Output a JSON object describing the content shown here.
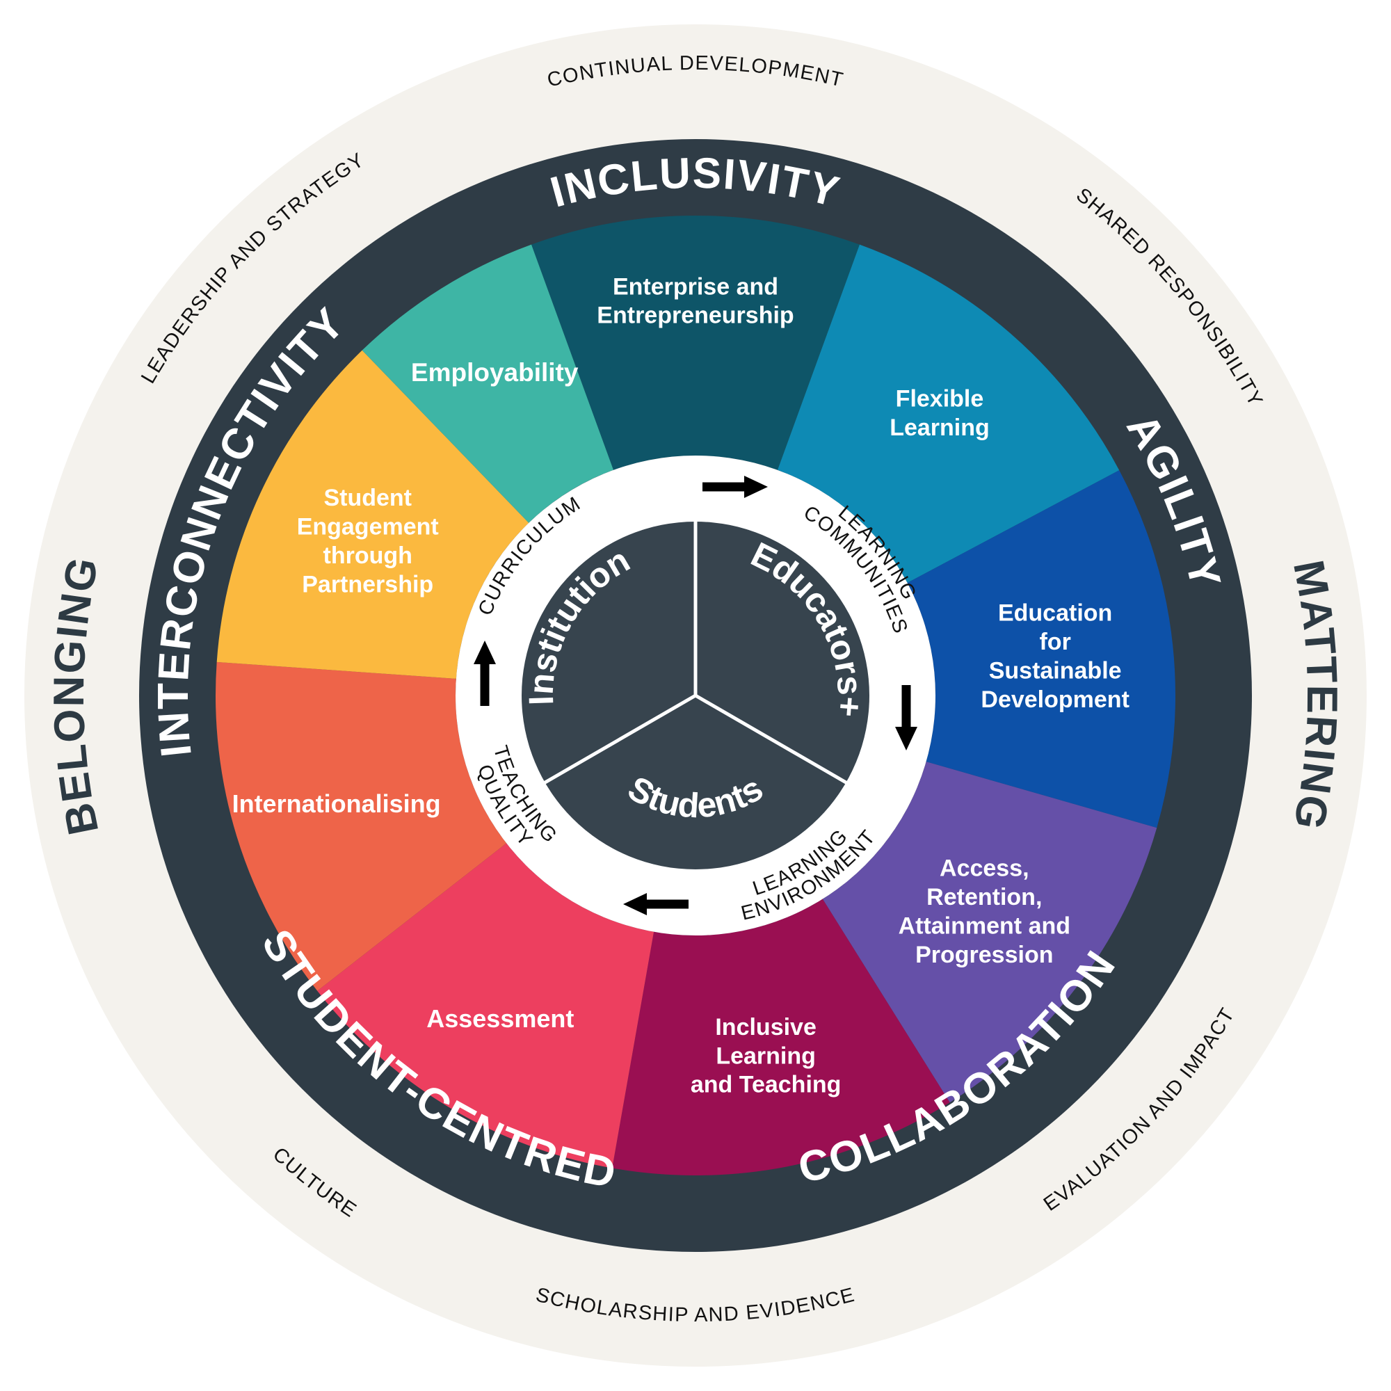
{
  "diagram": {
    "title": "Education Framework Wheel",
    "colors": {
      "outer_halo": "#f4f2ed",
      "value_ring": "#2f3c46",
      "core": "#37444e",
      "white_ring": "#ffffff",
      "text_dark": "#22323a"
    },
    "outer_ring_labels": [
      {
        "text": "CONTINUAL DEVELOPMENT",
        "angle": -90
      },
      {
        "text": "SHARED RESPONSIBILITY",
        "angle": -40
      },
      {
        "text": "MATTERING",
        "angle": 0,
        "style": "large"
      },
      {
        "text": "EVALUATION AND IMPACT",
        "angle": 43
      },
      {
        "text": "SCHOLARSHIP AND EVIDENCE",
        "angle": 90
      },
      {
        "text": "CULTURE",
        "angle": 128
      },
      {
        "text": "BELONGING",
        "angle": 180,
        "style": "large"
      },
      {
        "text": "LEADERSHIP AND STRATEGY",
        "angle": -136
      }
    ],
    "value_ring_labels": [
      {
        "text": "INCLUSIVITY",
        "angle": -90
      },
      {
        "text": "AGILITY",
        "angle": -22
      },
      {
        "text": "COLLABORATION",
        "angle": 55
      },
      {
        "text": "STUDENT-CENTRED",
        "angle": 125
      },
      {
        "text": "INTERCONNECTIVITY",
        "angle": -160
      }
    ],
    "segments": [
      {
        "label": "Enterprise and\nEntrepreneurship",
        "color": "#0e5568",
        "start": -110,
        "end": -70
      },
      {
        "label": "Flexible\nLearning",
        "color": "#0e8ab4",
        "start": -70,
        "end": -28
      },
      {
        "label": "Education\nfor\nSustainable\nDevelopment",
        "color": "#0d51a8",
        "start": -28,
        "end": 16
      },
      {
        "label": "Access,\nRetention,\nAttainment and\nProgression",
        "color": "#6550a8",
        "start": 16,
        "end": 58
      },
      {
        "label": "Inclusive\nLearning\nand Teaching",
        "color": "#9a0f52",
        "start": 58,
        "end": 100
      },
      {
        "label": "Assessment",
        "color": "#ed3f5f",
        "start": 100,
        "end": 142
      },
      {
        "label": "Internationalising",
        "color": "#ee6449",
        "start": 142,
        "end": 184
      },
      {
        "label": "Student\nEngagement\nthrough\nPartnership",
        "color": "#fbb93f",
        "start": 184,
        "end": 226
      },
      {
        "label": "Employability",
        "color": "#3eb5a5",
        "start": 226,
        "end": 250
      }
    ],
    "inner_ring_labels": [
      {
        "text": "LEARNING COMMUNITIES",
        "angle": -38
      },
      {
        "text": "LEARNING ENVIRONMENT",
        "angle": 58
      },
      {
        "text": "TEACHING QUALITY",
        "angle": 150
      },
      {
        "text": "CURRICULUM",
        "angle": -140
      }
    ],
    "inner_ring_arrows": [
      {
        "name": "arrow-right-top",
        "direction": "right"
      },
      {
        "name": "arrow-down-right",
        "direction": "down"
      },
      {
        "name": "arrow-left-bottom",
        "direction": "left"
      },
      {
        "name": "arrow-up-left",
        "direction": "up"
      }
    ],
    "core_segments": [
      {
        "label": "Institution",
        "angle": -150
      },
      {
        "label": "Educators+",
        "angle": -30
      },
      {
        "label": "Students",
        "angle": 90
      }
    ]
  }
}
